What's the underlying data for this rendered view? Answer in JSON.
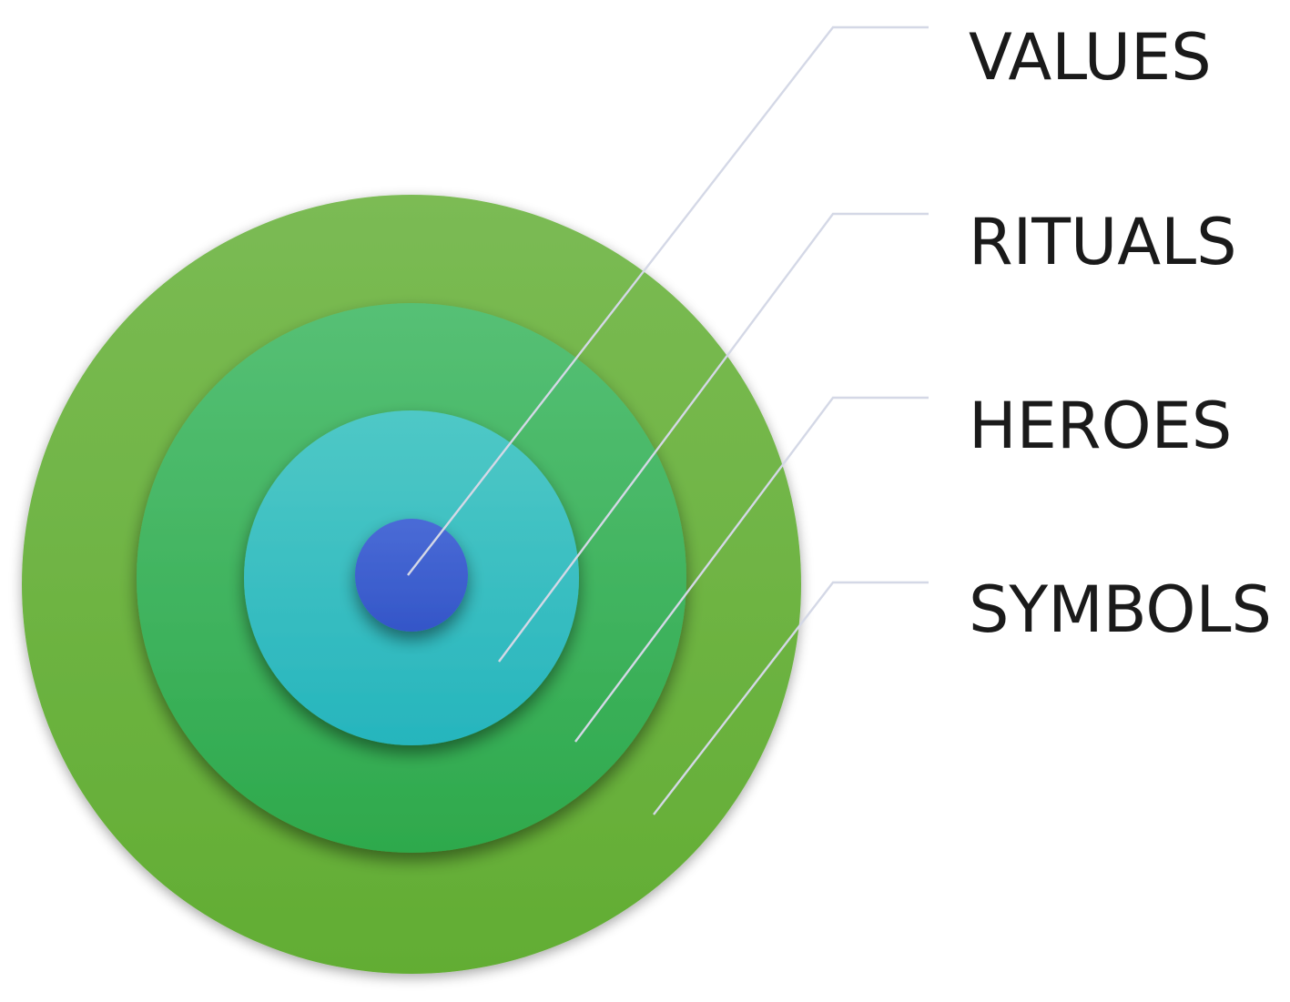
{
  "layers": [
    {
      "key": "values",
      "label": "VALUES",
      "color": "#3f60cf"
    },
    {
      "key": "rituals",
      "label": "RITUALS",
      "color": "#38bec4"
    },
    {
      "key": "heroes",
      "label": "HEROES",
      "color": "#3cb35a"
    },
    {
      "key": "symbols",
      "label": "SYMBOLS",
      "color": "#6cb33e"
    }
  ]
}
